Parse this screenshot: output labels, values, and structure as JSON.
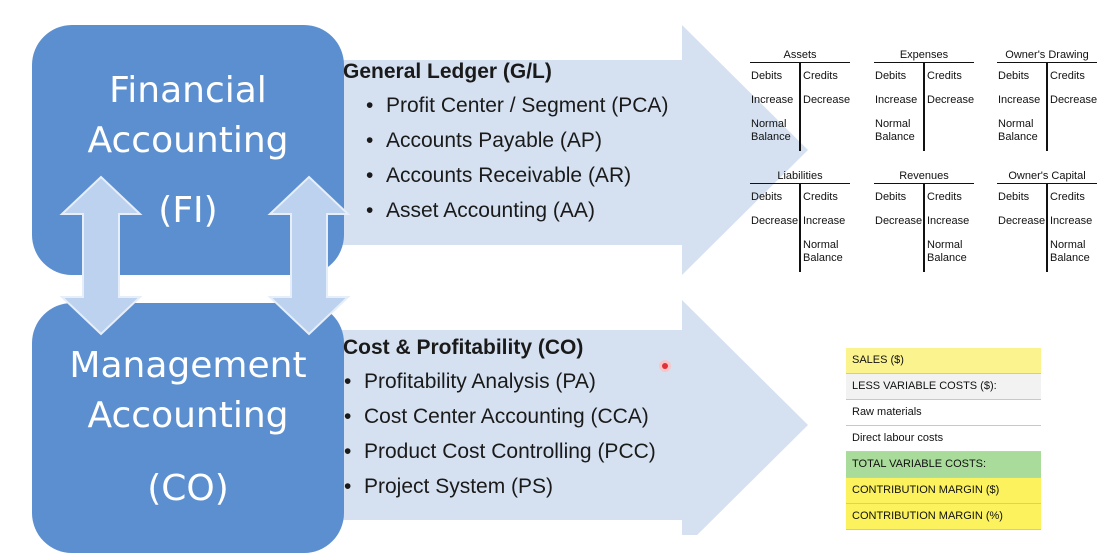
{
  "fi_box": {
    "line1": "Financial",
    "line2": "Accounting",
    "line3": "(FI)"
  },
  "co_box": {
    "line1": "Management",
    "line2": "Accounting",
    "line3": "(CO)"
  },
  "gl_section": {
    "heading": "General Ledger  (G/L)",
    "items": [
      "Profit Center / Segment (PCA)",
      "Accounts Payable (AP)",
      "Accounts Receivable (AR)",
      "Asset Accounting (AA)"
    ]
  },
  "co_section": {
    "heading": "Cost & Profitability (CO)",
    "items": [
      "Profitability Analysis (PA)",
      "Cost Center Accounting (CCA)",
      "Product Cost Controlling (PCC)",
      "Project System (PS)"
    ]
  },
  "t_accounts": [
    {
      "title": "Assets",
      "left": [
        "Debits",
        "Increase",
        "Normal",
        "Balance"
      ],
      "right": [
        "Credits",
        "Decrease"
      ]
    },
    {
      "title": "Expenses",
      "left": [
        "Debits",
        "Increase",
        "Normal",
        "Balance"
      ],
      "right": [
        "Credits",
        "Decrease"
      ]
    },
    {
      "title": "Owner's Drawing",
      "left": [
        "Debits",
        "Increase",
        "Normal",
        "Balance"
      ],
      "right": [
        "Credits",
        "Decrease"
      ]
    },
    {
      "title": "Liabilities",
      "left": [
        "Debits",
        "Decrease"
      ],
      "right": [
        "Credits",
        "Increase",
        "Normal",
        "Balance"
      ]
    },
    {
      "title": "Revenues",
      "left": [
        "Debits",
        "Decrease"
      ],
      "right": [
        "Credits",
        "Increase",
        "Normal",
        "Balance"
      ]
    },
    {
      "title": "Owner's Capital",
      "left": [
        "Debits",
        "Decrease"
      ],
      "right": [
        "Credits",
        "Increase",
        "Normal",
        "Balance"
      ]
    }
  ],
  "contribution_table": {
    "rows": [
      {
        "label": "SALES ($)",
        "color": "#fbf48e"
      },
      {
        "label": "LESS VARIABLE COSTS ($):",
        "color": "#f2f2f2"
      },
      {
        "label": "Raw materials",
        "color": "#ffffff"
      },
      {
        "label": "Direct labour costs",
        "color": "#ffffff"
      },
      {
        "label": "TOTAL VARIABLE COSTS:",
        "color": "#a9dc9a"
      },
      {
        "label": "CONTRIBUTION MARGIN ($)",
        "color": "#fbf25e"
      },
      {
        "label": "CONTRIBUTION MARGIN (%)",
        "color": "#fbf25e"
      }
    ]
  },
  "colors": {
    "box_blue": "#5b8fd0",
    "arrow_fill": "#d5e1f1",
    "double_arrow_fill": "#bcd2ee",
    "cursor_dot": "#e0303a"
  }
}
